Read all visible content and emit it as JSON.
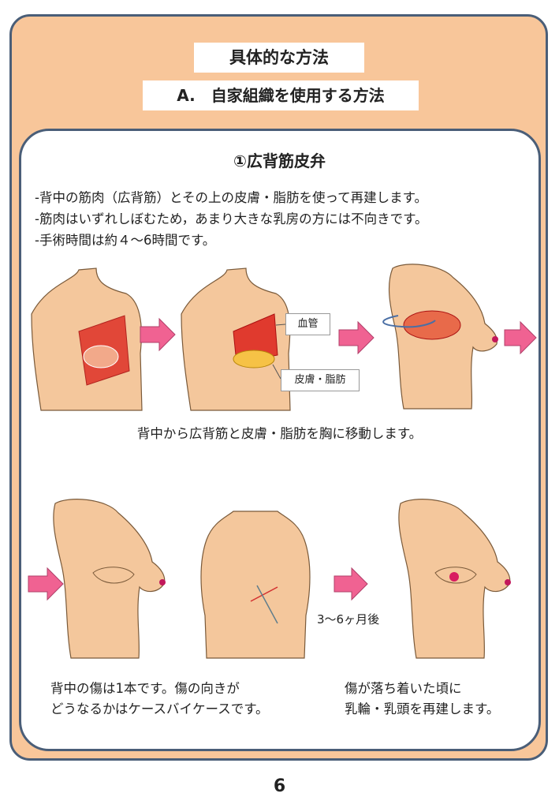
{
  "header": {
    "title": "具体的な方法",
    "section": "A.　自家組織を使用する方法"
  },
  "method": {
    "title": "①広背筋皮弁",
    "bullets": [
      "-背中の筋肉（広背筋）とその上の皮膚・脂肪を使って再建します。",
      "-筋肉はいずれしぼむため，あまり大きな乳房の方には不向きです。",
      "-手術時間は約４～6時間です。"
    ]
  },
  "figure_labels": {
    "blood_vessel": "血管",
    "skin_fat": "皮膚・脂肪",
    "months_after": "3～6ヶ月後"
  },
  "captions": {
    "move": "背中から広背筋と皮膚・脂肪を胸に移動します。",
    "back_scar": [
      "背中の傷は1本です。傷の向きが",
      "どうなるかはケースバイケースです。"
    ],
    "nipple": [
      "傷が落ち着いた頃に",
      "乳輪・乳頭を再建します。"
    ]
  },
  "colors": {
    "background_peach": "#f8c69a",
    "frame_navy": "#4a5e78",
    "skin": "#f4c79c",
    "muscle_red": "#e03a2e",
    "arrow_pink": "#f06292"
  },
  "page_number": "6"
}
